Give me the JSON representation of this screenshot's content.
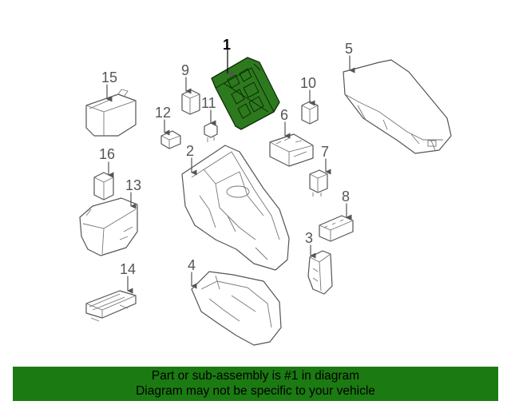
{
  "diagram": {
    "callouts": [
      "1",
      "2",
      "3",
      "4",
      "5",
      "6",
      "7",
      "8",
      "9",
      "10",
      "11",
      "12",
      "13",
      "14",
      "15",
      "16"
    ],
    "highlighted_callout": "1",
    "highlight_color": "#2d7a1e"
  },
  "banner": {
    "line1": "Part or sub-assembly is #1 in diagram",
    "line2": "Diagram may not be specific to your vehicle",
    "background": "#1c7a12"
  }
}
